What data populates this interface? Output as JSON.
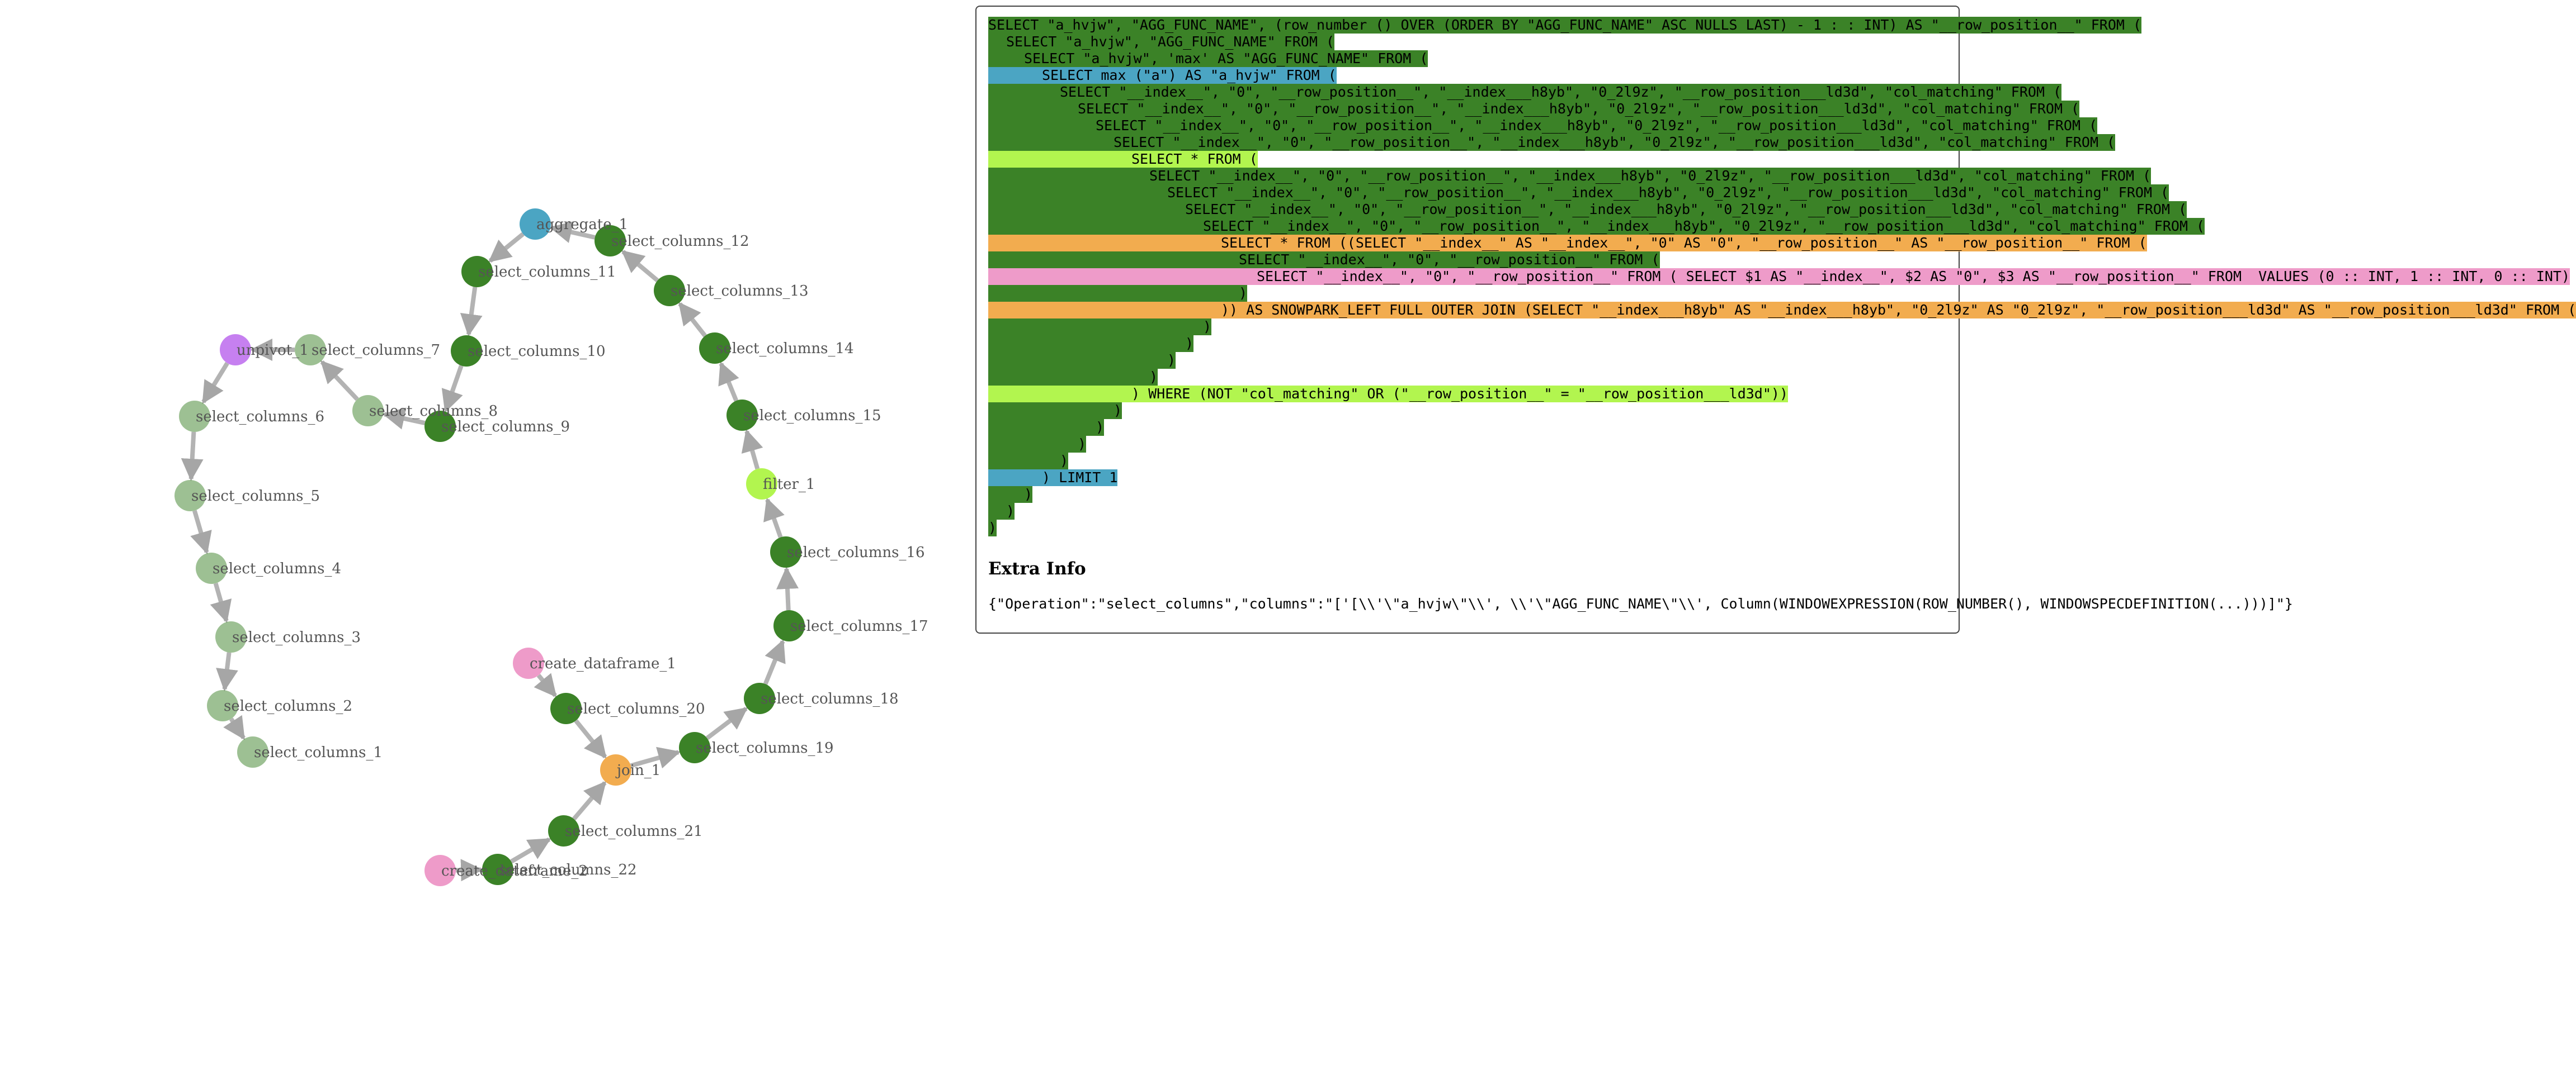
{
  "colors": {
    "select_columns": "#3b8227",
    "aggregate": "#4ba5c3",
    "unpivot": "#c680f0",
    "filter": "#b2f54f",
    "create_dataframe": "#ee9bc9",
    "join": "#f2ac4f",
    "edge": "#b3b3b3",
    "label": "#555555"
  },
  "graph": {
    "nodes": [
      {
        "id": "select_columns_1",
        "label": "select_columns_1",
        "type": "select_columns",
        "faded": true
      },
      {
        "id": "select_columns_2",
        "label": "select_columns_2",
        "type": "select_columns",
        "faded": true
      },
      {
        "id": "select_columns_3",
        "label": "select_columns_3",
        "type": "select_columns",
        "faded": true
      },
      {
        "id": "select_columns_4",
        "label": "select_columns_4",
        "type": "select_columns",
        "faded": true
      },
      {
        "id": "select_columns_5",
        "label": "select_columns_5",
        "type": "select_columns",
        "faded": true
      },
      {
        "id": "select_columns_6",
        "label": "select_columns_6",
        "type": "select_columns",
        "faded": true
      },
      {
        "id": "unpivot_1",
        "label": "unpivot_1",
        "type": "unpivot",
        "faded": false
      },
      {
        "id": "select_columns_7",
        "label": "select_columns_7",
        "type": "select_columns",
        "faded": true
      },
      {
        "id": "select_columns_8",
        "label": "select_columns_8",
        "type": "select_columns",
        "faded": true
      },
      {
        "id": "select_columns_9",
        "label": "select_columns_9",
        "type": "select_columns",
        "faded": false
      },
      {
        "id": "select_columns_10",
        "label": "select_columns_10",
        "type": "select_columns",
        "faded": false
      },
      {
        "id": "select_columns_11",
        "label": "select_columns_11",
        "type": "select_columns",
        "faded": false
      },
      {
        "id": "aggregate_1",
        "label": "aggregate_1",
        "type": "aggregate",
        "faded": false
      },
      {
        "id": "select_columns_12",
        "label": "select_columns_12",
        "type": "select_columns",
        "faded": false
      },
      {
        "id": "select_columns_13",
        "label": "select_columns_13",
        "type": "select_columns",
        "faded": false
      },
      {
        "id": "select_columns_14",
        "label": "select_columns_14",
        "type": "select_columns",
        "faded": false
      },
      {
        "id": "select_columns_15",
        "label": "select_columns_15",
        "type": "select_columns",
        "faded": false
      },
      {
        "id": "filter_1",
        "label": "filter_1",
        "type": "filter",
        "faded": false
      },
      {
        "id": "select_columns_16",
        "label": "select_columns_16",
        "type": "select_columns",
        "faded": false
      },
      {
        "id": "select_columns_17",
        "label": "select_columns_17",
        "type": "select_columns",
        "faded": false
      },
      {
        "id": "select_columns_18",
        "label": "select_columns_18",
        "type": "select_columns",
        "faded": false
      },
      {
        "id": "select_columns_19",
        "label": "select_columns_19",
        "type": "select_columns",
        "faded": false
      },
      {
        "id": "join_1",
        "label": "join_1",
        "type": "join",
        "faded": false
      },
      {
        "id": "select_columns_20",
        "label": "select_columns_20",
        "type": "select_columns",
        "faded": false
      },
      {
        "id": "create_dataframe_1",
        "label": "create_dataframe_1",
        "type": "create_dataframe",
        "faded": false
      },
      {
        "id": "select_columns_21",
        "label": "select_columns_21",
        "type": "select_columns",
        "faded": false
      },
      {
        "id": "select_columns_22",
        "label": "select_columns_22",
        "type": "select_columns",
        "faded": false
      },
      {
        "id": "create_dataframe_2",
        "label": "create_dataframe_2",
        "type": "create_dataframe",
        "faded": false
      }
    ],
    "edges": [
      [
        "select_columns_2",
        "select_columns_1"
      ],
      [
        "select_columns_3",
        "select_columns_2"
      ],
      [
        "select_columns_4",
        "select_columns_3"
      ],
      [
        "select_columns_5",
        "select_columns_4"
      ],
      [
        "select_columns_6",
        "select_columns_5"
      ],
      [
        "unpivot_1",
        "select_columns_6"
      ],
      [
        "select_columns_7",
        "unpivot_1"
      ],
      [
        "select_columns_8",
        "select_columns_7"
      ],
      [
        "select_columns_9",
        "select_columns_8"
      ],
      [
        "select_columns_10",
        "select_columns_9"
      ],
      [
        "select_columns_11",
        "select_columns_10"
      ],
      [
        "aggregate_1",
        "select_columns_11"
      ],
      [
        "select_columns_12",
        "aggregate_1"
      ],
      [
        "select_columns_13",
        "select_columns_12"
      ],
      [
        "select_columns_14",
        "select_columns_13"
      ],
      [
        "select_columns_15",
        "select_columns_14"
      ],
      [
        "filter_1",
        "select_columns_15"
      ],
      [
        "select_columns_16",
        "filter_1"
      ],
      [
        "select_columns_17",
        "select_columns_16"
      ],
      [
        "select_columns_18",
        "select_columns_17"
      ],
      [
        "select_columns_19",
        "select_columns_18"
      ],
      [
        "join_1",
        "select_columns_19"
      ],
      [
        "select_columns_20",
        "join_1"
      ],
      [
        "create_dataframe_1",
        "select_columns_20"
      ],
      [
        "select_columns_21",
        "join_1"
      ],
      [
        "select_columns_22",
        "select_columns_21"
      ],
      [
        "create_dataframe_2",
        "select_columns_22"
      ]
    ]
  },
  "sql": {
    "lines": [
      {
        "indent": 0,
        "segments": [
          {
            "text": "SELECT \"a_hvjw\", \"AGG_FUNC_NAME\", (row_number () OVER (ORDER BY \"AGG_FUNC_NAME\" ASC NULLS LAST) - 1 : : INT) AS \"__row_position__\" FROM (",
            "type": "select_columns"
          }
        ]
      },
      {
        "indent": 1,
        "segments": [
          {
            "text": "SELECT \"a_hvjw\", \"AGG_FUNC_NAME\" FROM (",
            "type": "select_columns"
          }
        ]
      },
      {
        "indent": 2,
        "segments": [
          {
            "text": "SELECT \"a_hvjw\", 'max' AS \"AGG_FUNC_NAME\" FROM (",
            "type": "select_columns"
          }
        ]
      },
      {
        "indent": 3,
        "segments": [
          {
            "text": "SELECT max (\"a\") AS \"a_hvjw\" FROM (",
            "type": "aggregate"
          }
        ]
      },
      {
        "indent": 4,
        "segments": [
          {
            "text": "SELECT \"__index__\", \"0\", \"__row_position__\", \"__index___h8yb\", \"0_2l9z\", \"__row_position___ld3d\", \"col_matching\" FROM (",
            "type": "select_columns"
          }
        ]
      },
      {
        "indent": 5,
        "segments": [
          {
            "text": "SELECT \"__index__\", \"0\", \"__row_position__\", \"__index___h8yb\", \"0_2l9z\", \"__row_position___ld3d\", \"col_matching\" FROM (",
            "type": "select_columns"
          }
        ]
      },
      {
        "indent": 6,
        "segments": [
          {
            "text": "SELECT \"__index__\", \"0\", \"__row_position__\", \"__index___h8yb\", \"0_2l9z\", \"__row_position___ld3d\", \"col_matching\" FROM (",
            "type": "select_columns"
          }
        ]
      },
      {
        "indent": 7,
        "segments": [
          {
            "text": "SELECT \"__index__\", \"0\", \"__row_position__\", \"__index___h8yb\", \"0_2l9z\", \"__row_position___ld3d\", \"col_matching\" FROM (",
            "type": "select_columns"
          }
        ]
      },
      {
        "indent": 8,
        "segments": [
          {
            "text": "SELECT * FROM (",
            "type": "filter"
          }
        ]
      },
      {
        "indent": 9,
        "segments": [
          {
            "text": "SELECT \"__index__\", \"0\", \"__row_position__\", \"__index___h8yb\", \"0_2l9z\", \"__row_position___ld3d\", \"col_matching\" FROM (",
            "type": "select_columns"
          }
        ]
      },
      {
        "indent": 10,
        "segments": [
          {
            "text": "SELECT \"__index__\", \"0\", \"__row_position__\", \"__index___h8yb\", \"0_2l9z\", \"__row_position___ld3d\", \"col_matching\" FROM (",
            "type": "select_columns"
          }
        ]
      },
      {
        "indent": 11,
        "segments": [
          {
            "text": "SELECT \"__index__\", \"0\", \"__row_position__\", \"__index___h8yb\", \"0_2l9z\", \"__row_position___ld3d\", \"col_matching\" FROM (",
            "type": "select_columns"
          }
        ]
      },
      {
        "indent": 12,
        "segments": [
          {
            "text": "SELECT \"__index__\", \"0\", \"__row_position__\", \"__index___h8yb\", \"0_2l9z\", \"__row_position___ld3d\", \"col_matching\" FROM (",
            "type": "select_columns"
          }
        ]
      },
      {
        "indent": 13,
        "segments": [
          {
            "text": "SELECT * FROM ((SELECT \"__index__\" AS \"__index__\", \"0\" AS \"0\", \"__row_position__\" AS \"__row_position__\" FROM (",
            "type": "join"
          }
        ]
      },
      {
        "indent": 14,
        "segments": [
          {
            "text": "SELECT \"__index__\", \"0\", \"__row_position__\" FROM (",
            "type": "select_columns"
          }
        ]
      },
      {
        "indent": 15,
        "segments": [
          {
            "text": "SELECT \"__index__\", \"0\", \"__row_position__\" FROM ( SELECT $1 AS \"__index__\", $2 AS \"0\", $3 AS \"__row_position__\" FROM  VALUES (0 :: INT, 1 :: INT, 0 :: INT)",
            "type": "create_dataframe"
          }
        ]
      },
      {
        "indent": 14,
        "segments": [
          {
            "text": ")",
            "type": "select_columns"
          }
        ]
      },
      {
        "indent": 13,
        "segments": [
          {
            "text": ")) AS SNOWPARK_LEFT FULL OUTER JOIN (SELECT \"__index___h8yb\" AS \"__index___h8yb\", \"0_2l9z\" AS \"0_2l9z\", \"__row_position___ld3d\" AS \"__row_position___ld3d\" FROM (",
            "type": "join"
          }
        ]
      },
      {
        "indent": 12,
        "segments": [
          {
            "text": ")",
            "type": "select_columns"
          }
        ]
      },
      {
        "indent": 11,
        "segments": [
          {
            "text": ")",
            "type": "select_columns"
          }
        ]
      },
      {
        "indent": 10,
        "segments": [
          {
            "text": ")",
            "type": "select_columns"
          }
        ]
      },
      {
        "indent": 9,
        "segments": [
          {
            "text": ")",
            "type": "select_columns"
          }
        ]
      },
      {
        "indent": 8,
        "segments": [
          {
            "text": ") WHERE (NOT \"col_matching\" OR (\"__row_position__\" = \"__row_position___ld3d\"))",
            "type": "filter"
          }
        ]
      },
      {
        "indent": 7,
        "segments": [
          {
            "text": ")",
            "type": "select_columns"
          }
        ]
      },
      {
        "indent": 6,
        "segments": [
          {
            "text": ")",
            "type": "select_columns"
          }
        ]
      },
      {
        "indent": 5,
        "segments": [
          {
            "text": ")",
            "type": "select_columns"
          }
        ]
      },
      {
        "indent": 4,
        "segments": [
          {
            "text": ")",
            "type": "select_columns"
          }
        ]
      },
      {
        "indent": 3,
        "segments": [
          {
            "text": ") LIMIT 1",
            "type": "aggregate"
          }
        ]
      },
      {
        "indent": 2,
        "segments": [
          {
            "text": ")",
            "type": "select_columns"
          }
        ]
      },
      {
        "indent": 1,
        "segments": [
          {
            "text": ")",
            "type": "select_columns"
          }
        ]
      },
      {
        "indent": 0,
        "segments": [
          {
            "text": ")",
            "type": "select_columns"
          }
        ]
      }
    ]
  },
  "extra_info": {
    "title": "Extra Info",
    "body": "{\"Operation\":\"select_columns\",\"columns\":\"['[\\\\'\\\"a_hvjw\\\"\\\\', \\\\'\\\"AGG_FUNC_NAME\\\"\\\\', Column(WINDOWEXPRESSION(ROW_NUMBER(), WINDOWSPECDEFINITION(...)))]\"}"
  }
}
